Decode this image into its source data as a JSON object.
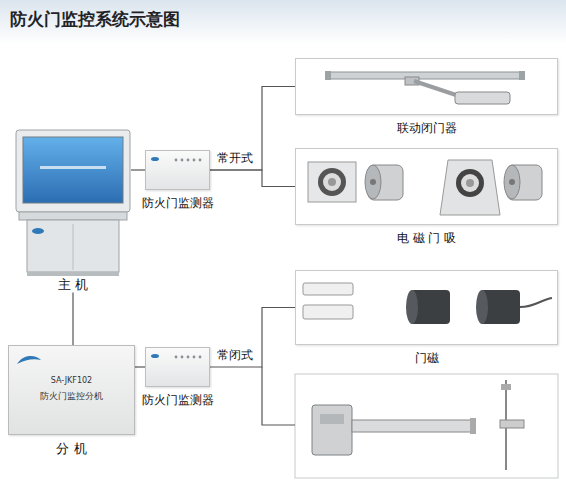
{
  "diagram": {
    "title": "防火门监控系统示意图",
    "nodes": [
      {
        "text": [
          "主 机"
        ]
      },
      {
        "text": [
          "防火门监测器"
        ]
      },
      {
        "text": [
          "联动闭门器"
        ]
      },
      {
        "text": [
          "电 磁 门 吸"
        ]
      },
      {
        "text": [
          "SA-JKF102",
          "防火门监控分机",
          "分 机"
        ]
      },
      {
        "text": [
          "防火门监测器"
        ]
      },
      {
        "text": [
          "门磁"
        ]
      }
    ],
    "edges": [
      {
        "from": 0,
        "to": 1,
        "arrow": "none"
      },
      {
        "from": 1,
        "to": 2,
        "label": "常开式",
        "arrow": "none"
      },
      {
        "from": 1,
        "to": 3,
        "arrow": "none"
      },
      {
        "from": 0,
        "to": 4,
        "arrow": "none"
      },
      {
        "from": 4,
        "to": 5,
        "arrow": "none"
      },
      {
        "from": 5,
        "to": 6,
        "label": "常闭式",
        "arrow": "none"
      }
    ]
  }
}
